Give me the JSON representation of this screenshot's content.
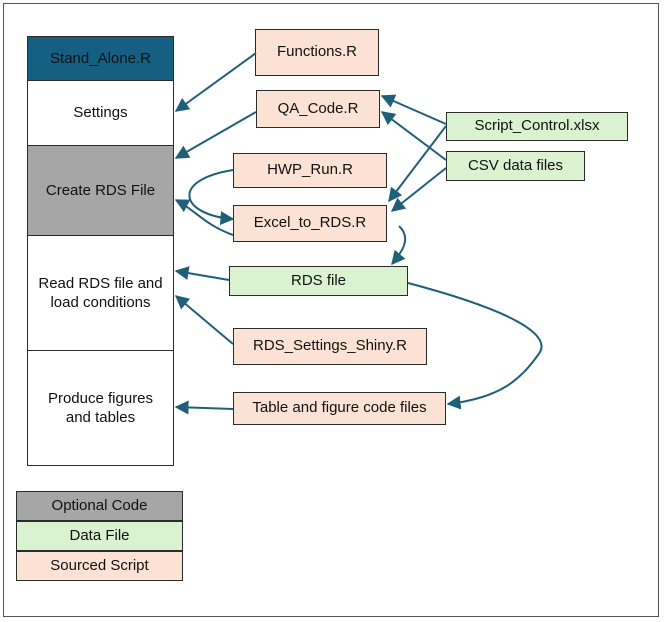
{
  "column": {
    "header": "Stand_Alone.R",
    "settings": "Settings",
    "create_rds": "Create RDS File",
    "read_rds_line1": "Read RDS file and",
    "read_rds_line2": "load conditions",
    "produce_line1": "Produce figures",
    "produce_line2": "and tables"
  },
  "scripts": {
    "functions": "Functions.R",
    "qa_code": "QA_Code.R",
    "hwp_run": "HWP_Run.R",
    "excel_to_rds": "Excel_to_RDS.R",
    "rds_settings_shiny": "RDS_Settings_Shiny.R",
    "table_figure_code": "Table and figure code files"
  },
  "data_files": {
    "script_control": "Script_Control.xlsx",
    "csv_data": "CSV data files",
    "rds_file": "RDS file"
  },
  "legend": {
    "optional": "Optional Code",
    "data": "Data File",
    "sourced": "Sourced Script"
  },
  "colors": {
    "header": "#156082",
    "arrow": "#1f5f7a",
    "sourced_script": "#fbe2d5",
    "data_file": "#daf2d0",
    "optional_code": "#a6a6a6"
  }
}
